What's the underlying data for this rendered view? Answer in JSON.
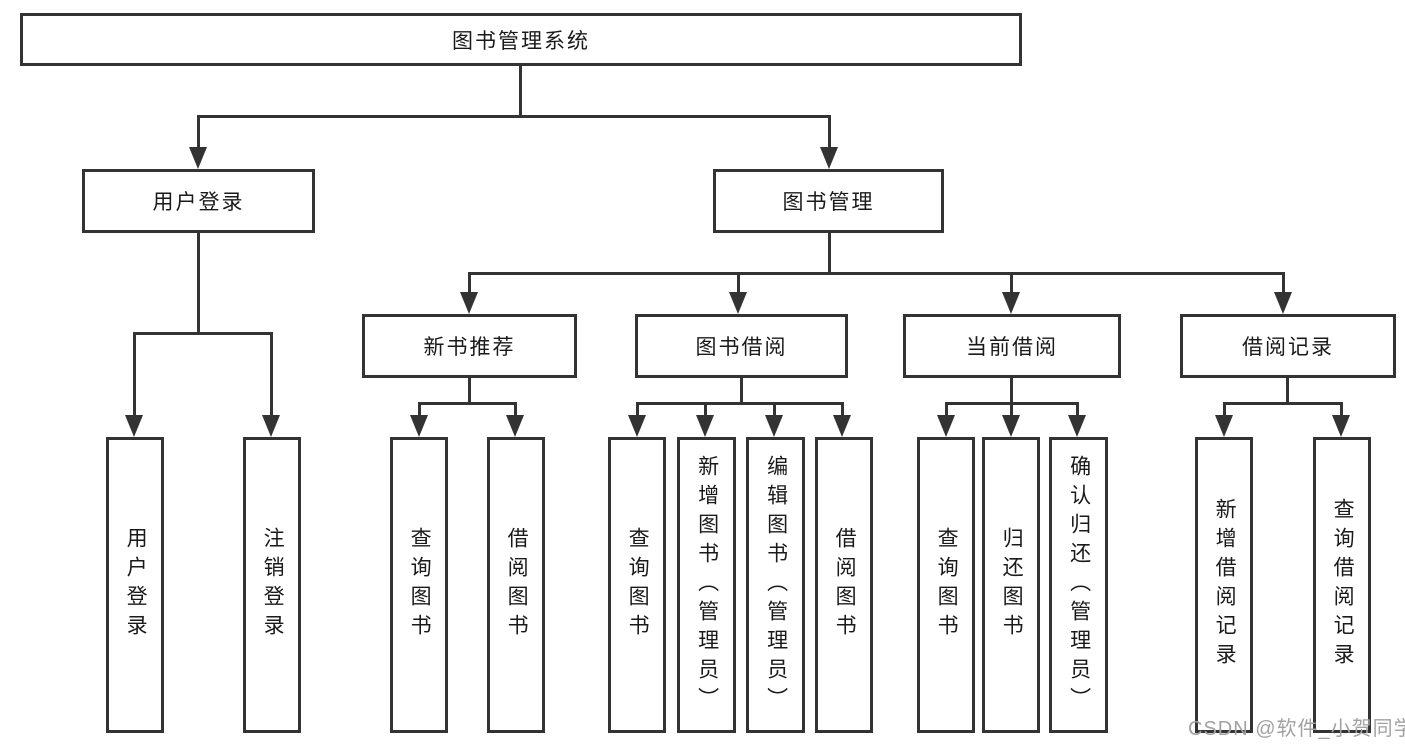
{
  "tree": {
    "label": "图书管理系统",
    "children": [
      {
        "label": "用户登录",
        "children": [
          {
            "label": "用户登录"
          },
          {
            "label": "注销登录"
          }
        ]
      },
      {
        "label": "图书管理",
        "children": [
          {
            "label": "新书推荐",
            "children": [
              {
                "label": "查询图书"
              },
              {
                "label": "借阅图书"
              }
            ]
          },
          {
            "label": "图书借阅",
            "children": [
              {
                "label": "查询图书"
              },
              {
                "label": "新增图书（管理员）"
              },
              {
                "label": "编辑图书（管理员）"
              },
              {
                "label": "借阅图书"
              }
            ]
          },
          {
            "label": "当前借阅",
            "children": [
              {
                "label": "查询图书"
              },
              {
                "label": "归还图书"
              },
              {
                "label": "确认归还（管理员）"
              }
            ]
          },
          {
            "label": "借阅记录",
            "children": [
              {
                "label": "新增借阅记录"
              },
              {
                "label": "查询借阅记录"
              }
            ]
          }
        ]
      }
    ]
  },
  "watermark": {
    "text": "CSDN @软件_小贺同学"
  },
  "colors": {
    "line": "#333333",
    "text": "#1a1a1a",
    "watermark": "#a2a2a2",
    "background": "#ffffff"
  }
}
